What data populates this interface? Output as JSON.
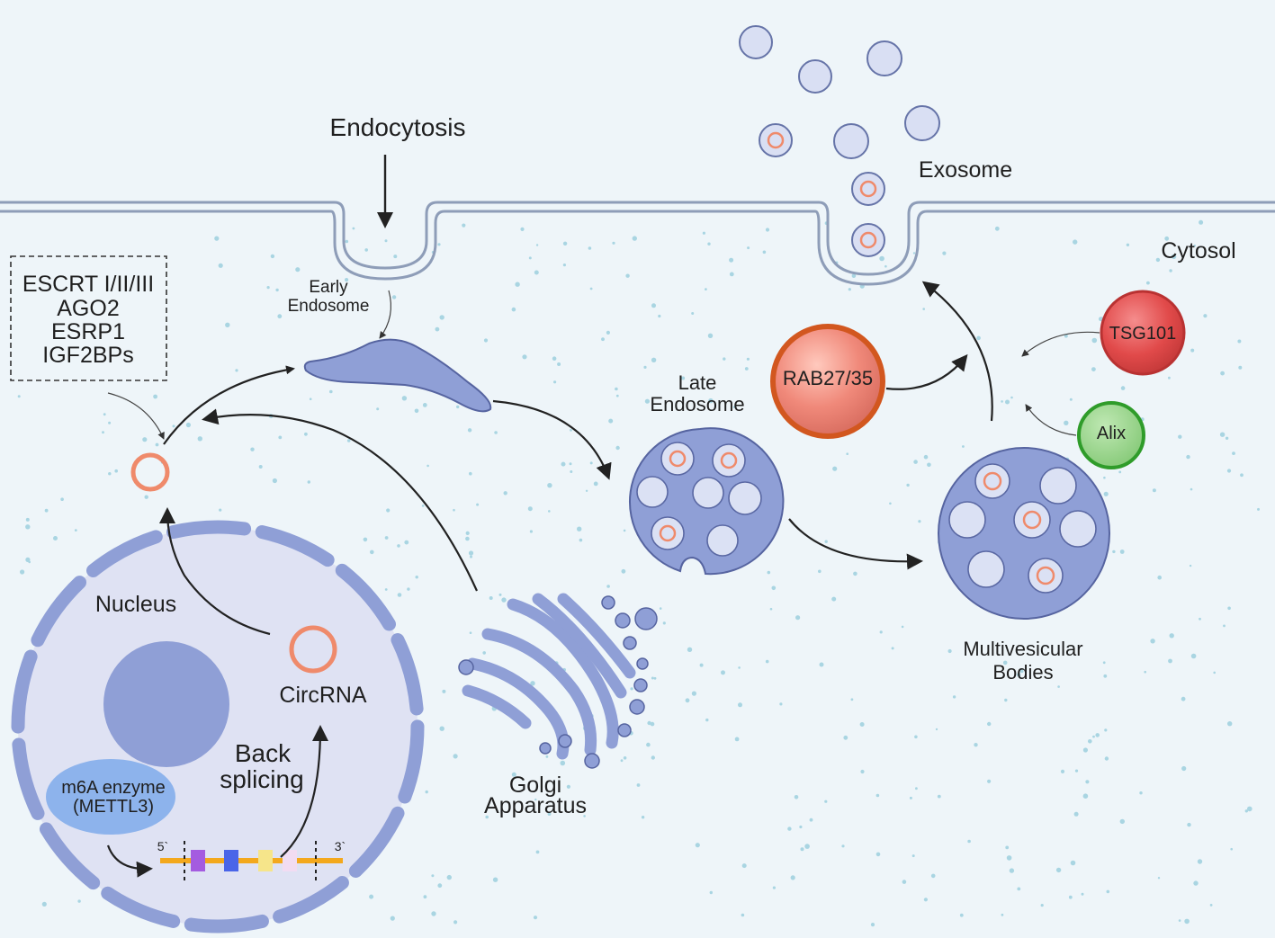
{
  "labels": {
    "endocytosis": "Endocytosis",
    "exosome": "Exosome",
    "cytosol": "Cytosol",
    "early_endosome_1": "Early",
    "early_endosome_2": "Endosome",
    "late_endosome_1": "Late",
    "late_endosome_2": "Endosome",
    "mvb_1": "Multivesicular",
    "mvb_2": "Bodies",
    "golgi_1": "Golgi",
    "golgi_2": "Apparatus",
    "nucleus": "Nucleus",
    "circrna": "CircRNA",
    "back_splicing_1": "Back",
    "back_splicing_2": "splicing",
    "m6a_1": "m6A enzyme",
    "m6a_2": "(METTL3)",
    "five_prime": "5`",
    "three_prime": "3`",
    "rab": "RAB27/35",
    "tsg": "TSG101",
    "alix": "Alix"
  },
  "factors_box": [
    "ESCRT I/II/III",
    "AGO2",
    "ESRP1",
    "IGF2BPs"
  ],
  "colors": {
    "background": "#eef5f9",
    "membrane": "#8e9db8",
    "vesicle_fill": "#d9dff3",
    "circrna": "#ef8a6b",
    "organelle": "#8f9fd6",
    "rab": "#ea8070",
    "tsg": "#e24a4a",
    "alix": "#7cc66c",
    "m6a": "#8db3ec",
    "dots": "#a9d5e2"
  },
  "icons": [
    "circrna-ring-icon",
    "exosome-icon",
    "golgi-icon",
    "nucleolus-icon",
    "rna-strand-icon"
  ]
}
